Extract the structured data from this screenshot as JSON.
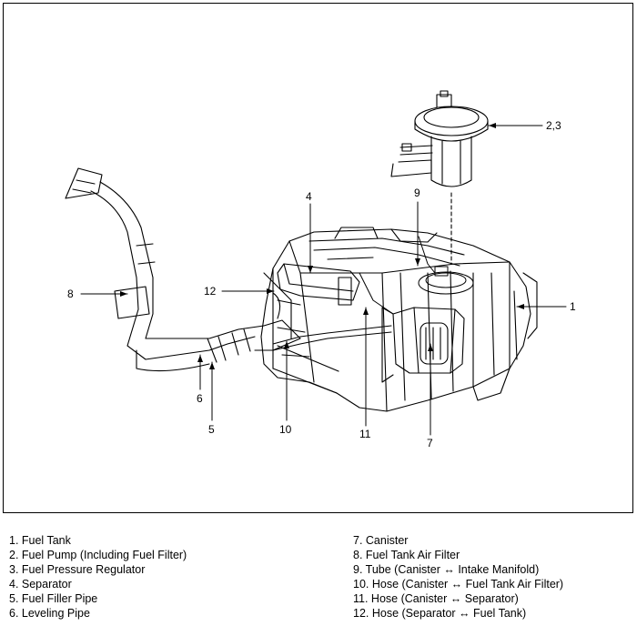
{
  "callouts": {
    "c1": "1",
    "c23": "2,3",
    "c4": "4",
    "c5": "5",
    "c6": "6",
    "c7": "7",
    "c8": "8",
    "c9": "9",
    "c10": "10",
    "c11": "11",
    "c12": "12"
  },
  "legend_left": [
    "1. Fuel Tank",
    "2. Fuel Pump (Including Fuel Filter)",
    "3. Fuel Pressure Regulator",
    "4. Separator",
    "5. Fuel Filler Pipe",
    "6. Leveling Pipe"
  ],
  "legend_right": [
    "7. Canister",
    "8. Fuel Tank Air Filter",
    "9. Tube (Canister ↔ Intake Manifold)",
    "10. Hose (Canister ↔ Fuel Tank Air Filter)",
    "11. Hose (Canister ↔ Separator)",
    "12. Hose (Separator ↔ Fuel Tank)"
  ]
}
